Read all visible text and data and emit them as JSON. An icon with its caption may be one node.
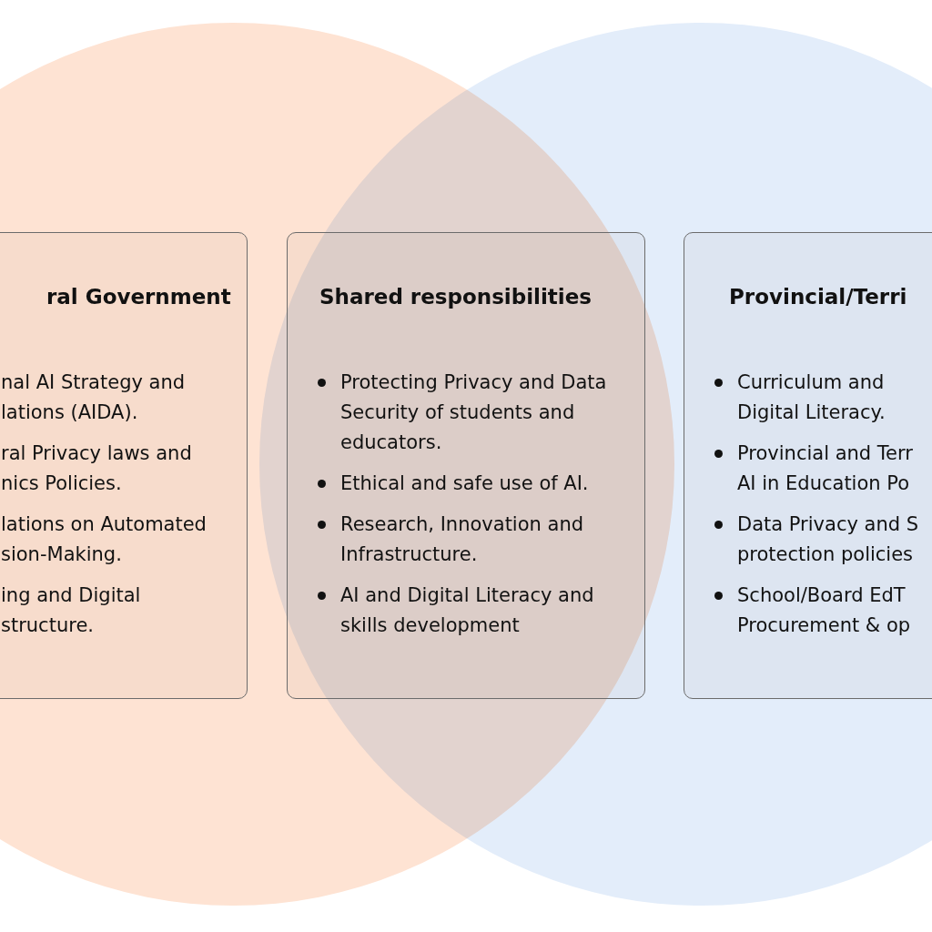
{
  "diagram": {
    "nodes": [
      {
        "text": [],
        "shape": "circle"
      },
      {
        "text": [],
        "shape": "circle"
      },
      {
        "in": 0,
        "text": [
          "ral Government",
          "nal AI Strategy and lations (AIDA).",
          "ral Privacy laws and nics Policies.",
          "lations on Automated sion-Making.",
          "ing and Digital structure."
        ]
      },
      {
        "text": [
          "Shared responsibilities",
          "Protecting Privacy and Data Security of students and educators.",
          "Ethical and safe use of AI.",
          "Research, Innovation and Infrastructure.",
          "AI and Digital Literacy and skills development"
        ]
      },
      {
        "in": 1,
        "text": [
          "Provincial/Terri",
          "Curriculum and Digital Literacy.",
          "Provincial and Terr AI in Education Po",
          "Data Privacy and S protection policies",
          "School/Board EdT Procurement & op"
        ]
      }
    ]
  }
}
